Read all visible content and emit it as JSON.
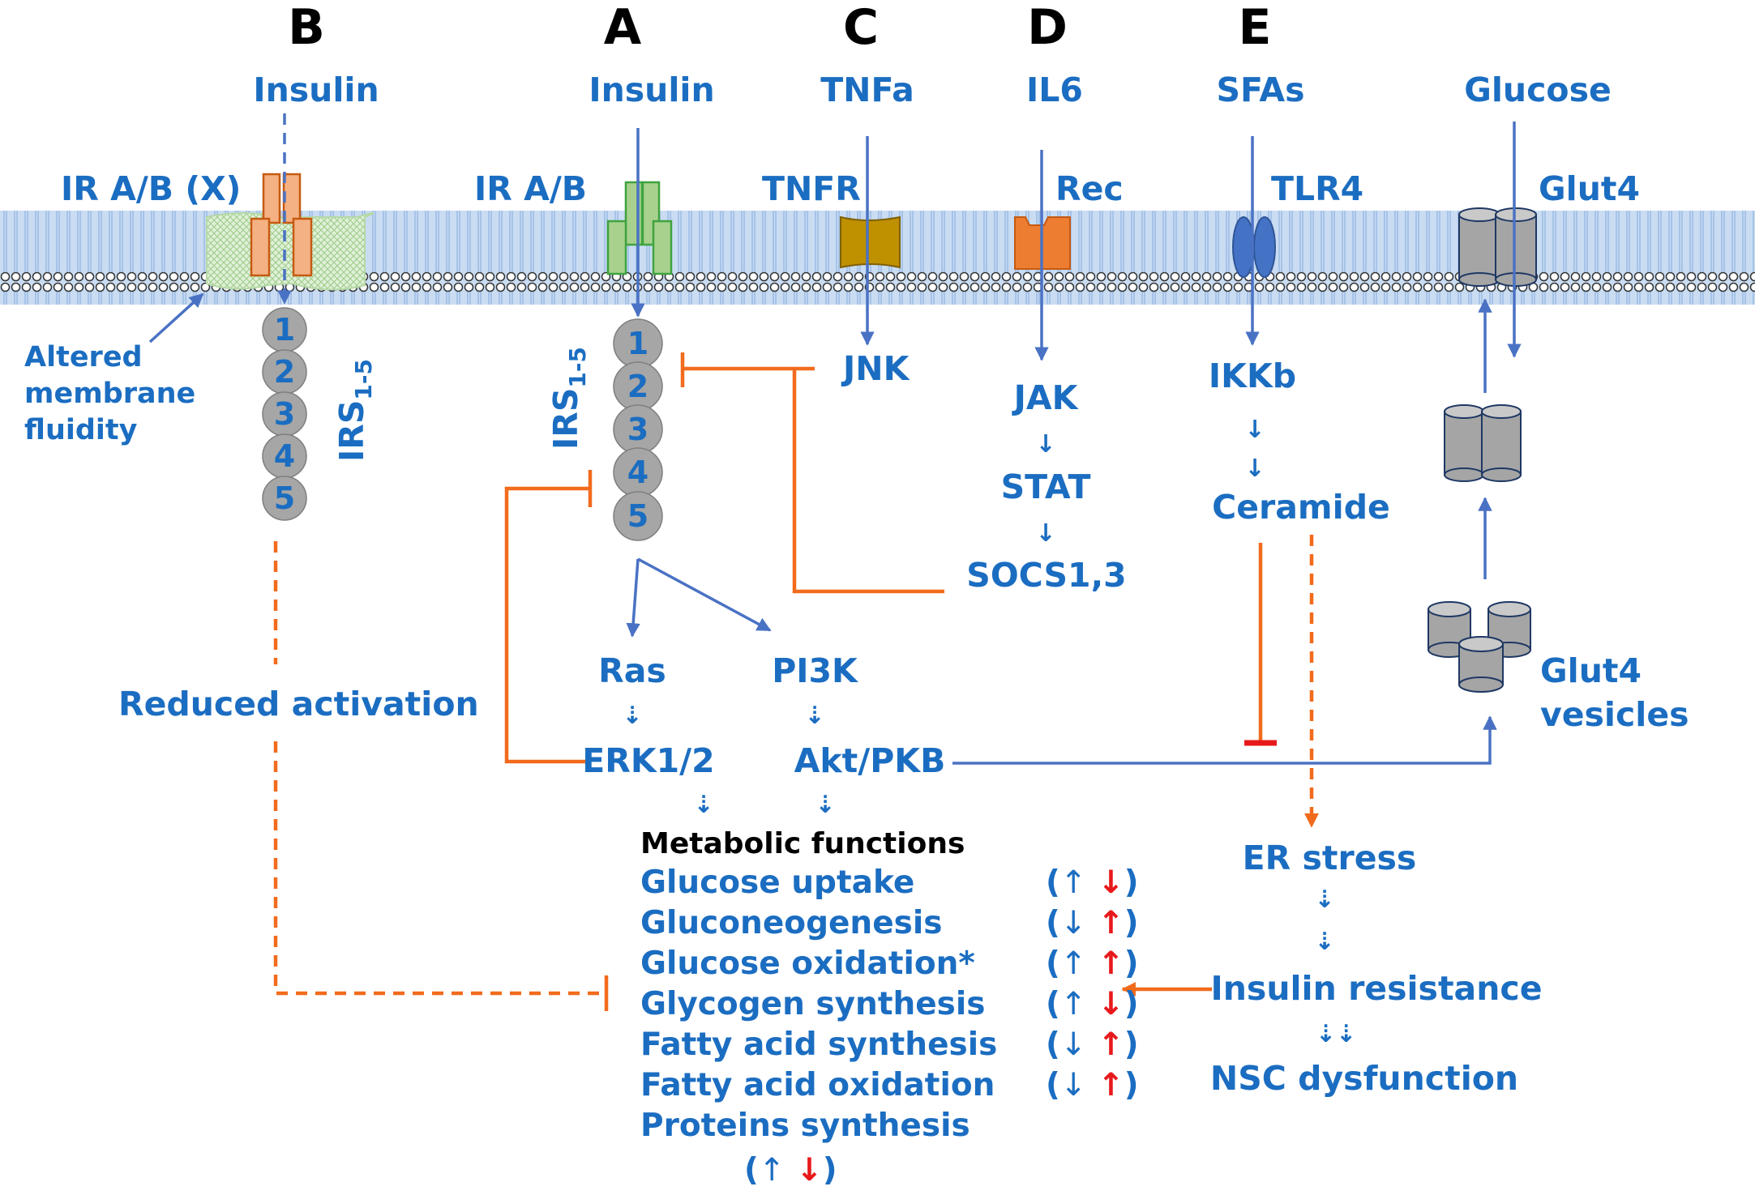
{
  "panels": [
    "B",
    "A",
    "C",
    "D",
    "E"
  ],
  "ligands": {
    "insulin_b": "Insulin",
    "insulin_a": "Insulin",
    "tnfa": "TNFa",
    "il6": "IL6",
    "sfas": "SFAs",
    "glucose": "Glucose"
  },
  "receptors": {
    "ir_b": "IR A/B (X)",
    "ir_a": "IR A/B",
    "tnfr": "TNFR",
    "rec": "Rec",
    "tlr4": "TLR4",
    "glut4": "Glut4"
  },
  "irs": {
    "label": "IRS",
    "subscript": "1-5",
    "units": [
      "1",
      "2",
      "3",
      "4",
      "5"
    ]
  },
  "membrane_note": [
    "Altered",
    "membrane",
    "fluidity"
  ],
  "reduced_activation": "Reduced activation",
  "signals": {
    "jnk": "JNK",
    "jak": "JAK",
    "stat": "STAT",
    "socs": "SOCS1,3",
    "ikkb": "IKKb",
    "ceramide": "Ceramide",
    "ras": "Ras",
    "pi3k": "PI3K",
    "erk": "ERK1/2",
    "akt": "Akt/PKB",
    "er_stress": "ER stress",
    "insulin_resistance": "Insulin resistance",
    "nsc": "NSC dysfunction"
  },
  "glut4_vesicles": [
    "Glut4",
    "vesicles"
  ],
  "metabolic": {
    "title": "Metabolic functions",
    "items": [
      {
        "label": "Glucose uptake",
        "blue": "↑",
        "red": "↓"
      },
      {
        "label": "Gluconeogenesis",
        "blue": "↓",
        "red": "↑"
      },
      {
        "label": "Glucose oxidation*",
        "blue": "↑",
        "red": "↑"
      },
      {
        "label": "Glycogen synthesis",
        "blue": "↑",
        "red": "↓"
      },
      {
        "label": "Fatty acid synthesis",
        "blue": "↓",
        "red": "↑"
      },
      {
        "label": "Fatty acid oxidation",
        "blue": "↓",
        "red": "↑"
      },
      {
        "label": "Proteins synthesis",
        "blue": "↑",
        "red": "↓"
      }
    ]
  },
  "colors": {
    "text_blue": "#1B6DC1",
    "arrow_blue": "#4A72C4",
    "inhibit_orange": "#F26B1D",
    "red": "#E8191B",
    "membrane": "#C5D9F1"
  }
}
